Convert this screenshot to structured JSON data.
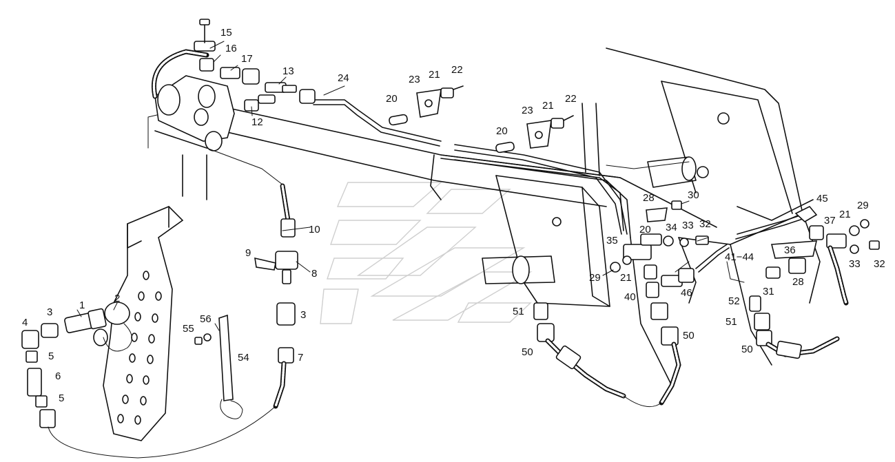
{
  "colors": {
    "line": "#111111",
    "background": "#ffffff",
    "watermark": "#cfcfcf"
  },
  "callouts": [
    {
      "id": "c15",
      "text": "15"
    },
    {
      "id": "c16",
      "text": "16"
    },
    {
      "id": "c17",
      "text": "17"
    },
    {
      "id": "c13",
      "text": "13"
    },
    {
      "id": "c24",
      "text": "24"
    },
    {
      "id": "c23a",
      "text": "23"
    },
    {
      "id": "c21a",
      "text": "21"
    },
    {
      "id": "c22a",
      "text": "22"
    },
    {
      "id": "c20a",
      "text": "20"
    },
    {
      "id": "c12",
      "text": "12"
    },
    {
      "id": "c22b",
      "text": "22"
    },
    {
      "id": "c23b",
      "text": "23"
    },
    {
      "id": "c21b",
      "text": "21"
    },
    {
      "id": "c20b",
      "text": "20"
    },
    {
      "id": "c10",
      "text": "10"
    },
    {
      "id": "c9",
      "text": "9"
    },
    {
      "id": "c8",
      "text": "8"
    },
    {
      "id": "c3a",
      "text": "3"
    },
    {
      "id": "c7",
      "text": "7"
    },
    {
      "id": "c1",
      "text": "1"
    },
    {
      "id": "c2",
      "text": "2"
    },
    {
      "id": "c4",
      "text": "4"
    },
    {
      "id": "c3b",
      "text": "3"
    },
    {
      "id": "c5a",
      "text": "5"
    },
    {
      "id": "c6",
      "text": "6"
    },
    {
      "id": "c5b",
      "text": "5"
    },
    {
      "id": "c56",
      "text": "56"
    },
    {
      "id": "c55",
      "text": "55"
    },
    {
      "id": "c54",
      "text": "54"
    },
    {
      "id": "c28a",
      "text": "28"
    },
    {
      "id": "c30",
      "text": "30"
    },
    {
      "id": "c20c",
      "text": "20"
    },
    {
      "id": "c34",
      "text": "34"
    },
    {
      "id": "c33a",
      "text": "33"
    },
    {
      "id": "c32a",
      "text": "32"
    },
    {
      "id": "c35",
      "text": "35"
    },
    {
      "id": "c29a",
      "text": "29"
    },
    {
      "id": "c21c",
      "text": "21"
    },
    {
      "id": "c40",
      "text": "40"
    },
    {
      "id": "c46",
      "text": "46"
    },
    {
      "id": "c51a",
      "text": "51"
    },
    {
      "id": "c50a",
      "text": "50"
    },
    {
      "id": "c50b",
      "text": "50"
    },
    {
      "id": "c4144",
      "text": "41−44"
    },
    {
      "id": "c45",
      "text": "45"
    },
    {
      "id": "c37",
      "text": "37"
    },
    {
      "id": "c21d",
      "text": "21"
    },
    {
      "id": "c29b",
      "text": "29"
    },
    {
      "id": "c36",
      "text": "36"
    },
    {
      "id": "c33b",
      "text": "33"
    },
    {
      "id": "c32b",
      "text": "32"
    },
    {
      "id": "c28b",
      "text": "28"
    },
    {
      "id": "c31",
      "text": "31"
    },
    {
      "id": "c52",
      "text": "52"
    },
    {
      "id": "c51b",
      "text": "51"
    },
    {
      "id": "c50c",
      "text": "50"
    }
  ]
}
